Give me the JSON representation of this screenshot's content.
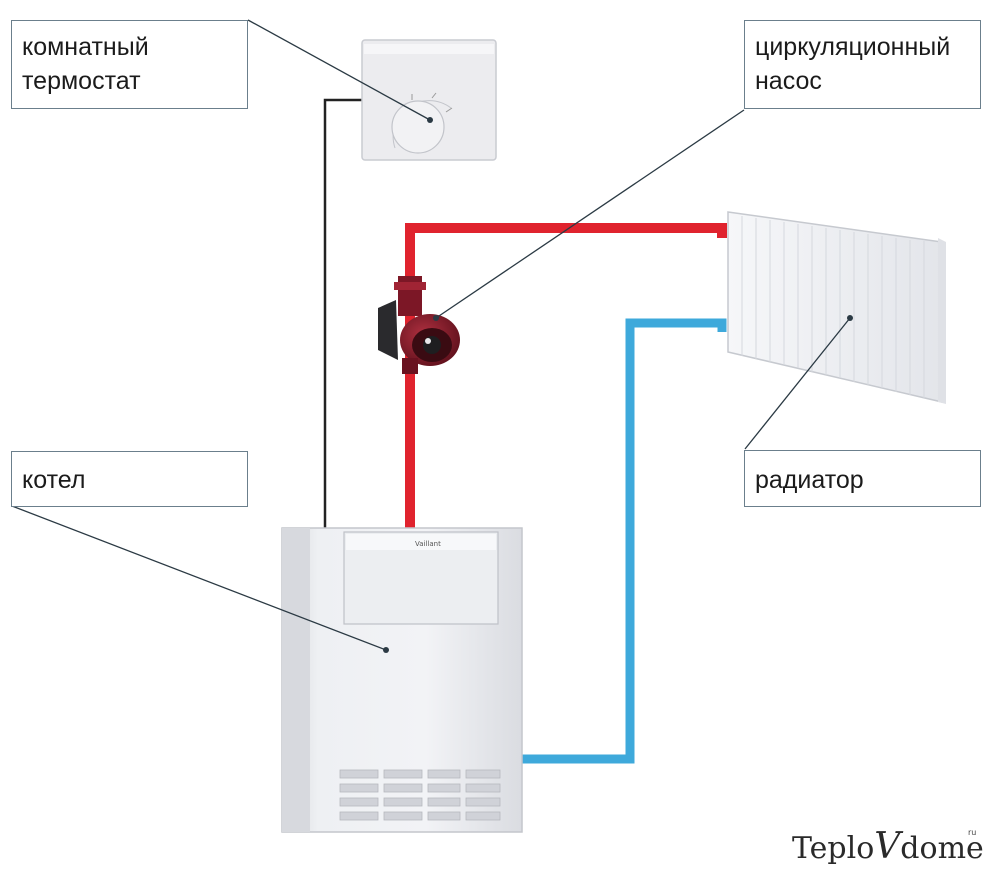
{
  "labels": {
    "thermostat_line1": "комнатный",
    "thermostat_line2": "термостат",
    "pump_line1": "циркуляционный",
    "pump_line2": "насос",
    "boiler": "котел",
    "radiator": "радиатор"
  },
  "watermark": {
    "text_a": "Teplo",
    "text_v": "V",
    "text_b": "dome",
    "suffix": "ru"
  },
  "colors": {
    "supply_pipe": "#e0232e",
    "return_pipe": "#3ea9db",
    "wire": "#222222",
    "leader_line": "#2b3a44",
    "device_body": "#eeeef0",
    "pump_body": "#8b1d2b"
  }
}
